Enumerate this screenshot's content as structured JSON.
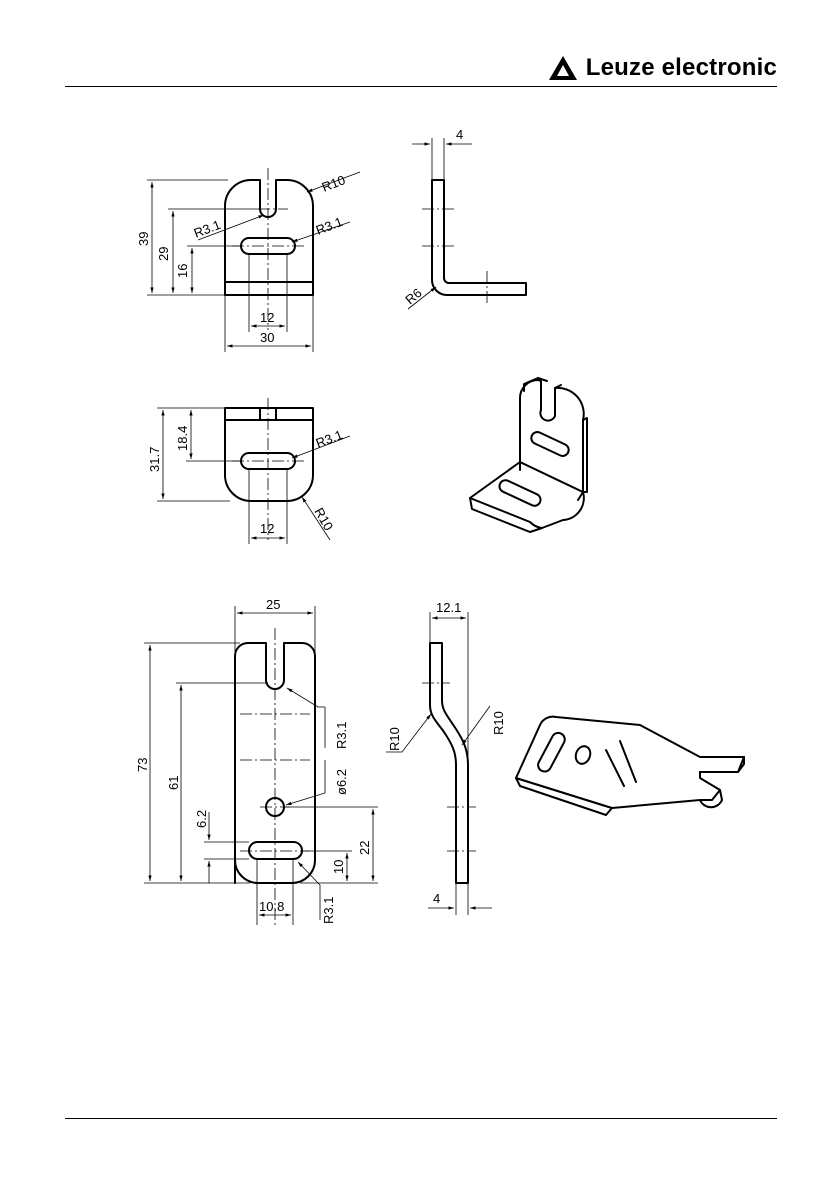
{
  "header": {
    "brand": "Leuze electronic",
    "logo_icon": "leuze-triangle-logo-icon"
  },
  "drawing1": {
    "front": {
      "height_total": "39",
      "height_slot_top": "29",
      "height_slot": "16",
      "radius_top": "R10",
      "radius_notch": "R3.1",
      "radius_slot": "R3.1",
      "slot_length": "12",
      "width": "30"
    },
    "side": {
      "thickness": "4",
      "bend_radius": "R6"
    },
    "bottom": {
      "height_total": "31.7",
      "height_slot": "18.4",
      "radius_slot": "R3.1",
      "radius_corner": "R10",
      "slot_length": "12"
    }
  },
  "drawing2": {
    "front": {
      "width": "25",
      "height_total": "73",
      "height_notch": "61",
      "hole_offset": "6.2",
      "radius_notch": "R3.1",
      "hole_diameter": "ø6.2",
      "hole_height": "22",
      "slot_height": "10",
      "slot_length": "10.8",
      "radius_slot": "R3.1"
    },
    "side": {
      "offset": "12.1",
      "bend_radius_left": "R10",
      "bend_radius_right": "R10",
      "thickness": "4"
    }
  }
}
